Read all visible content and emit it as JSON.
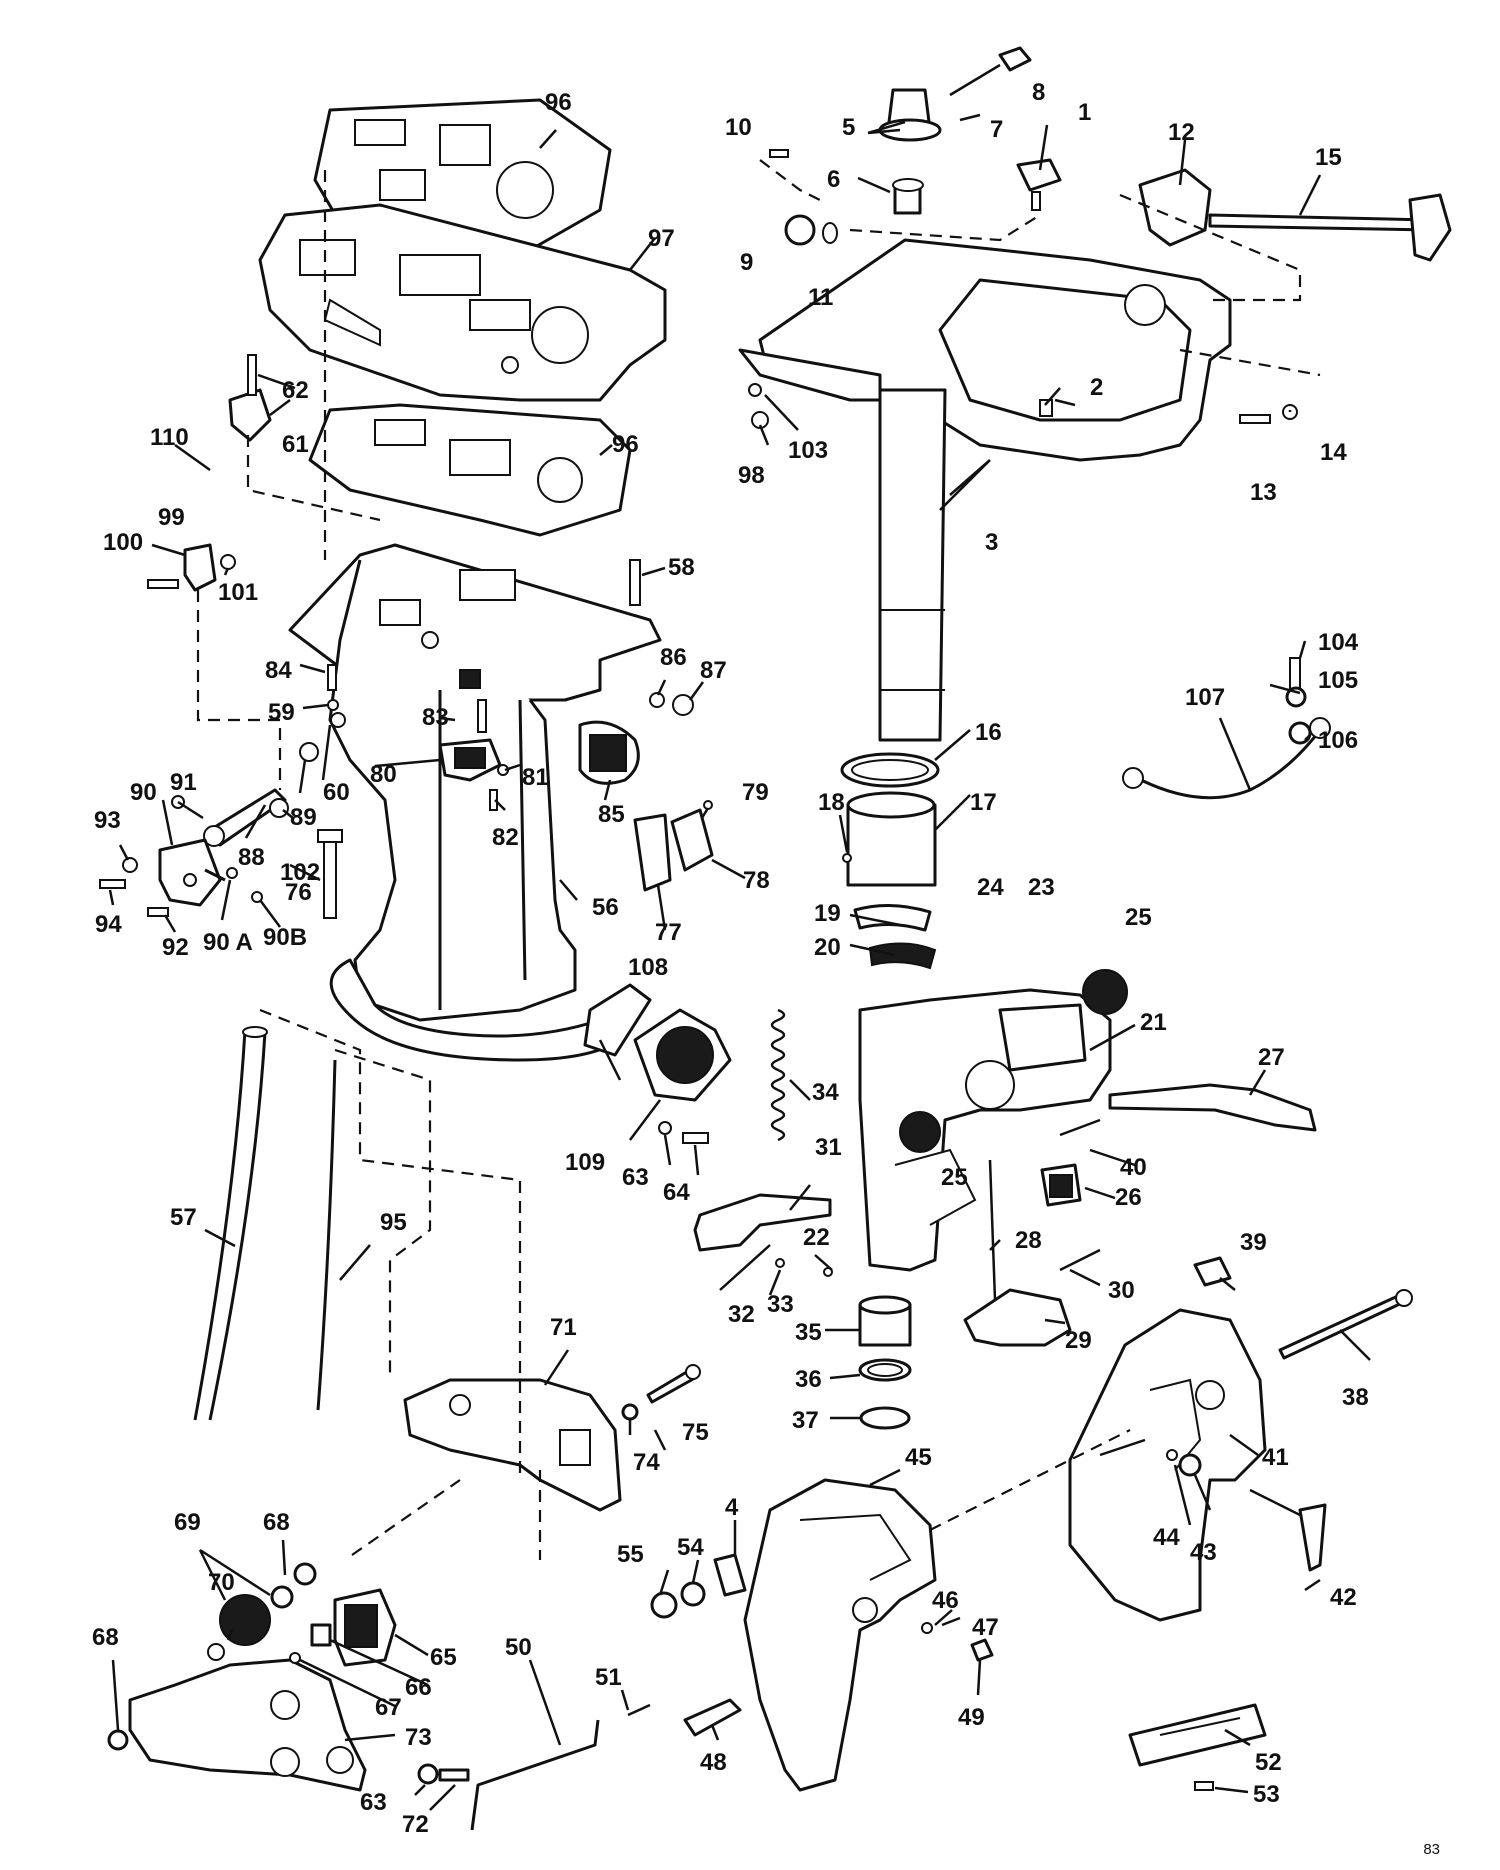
{
  "page_number": "83",
  "callouts": [
    "1",
    "2",
    "3",
    "4",
    "5",
    "6",
    "7",
    "8",
    "9",
    "10",
    "11",
    "12",
    "13",
    "14",
    "15",
    "16",
    "17",
    "18",
    "19",
    "20",
    "21",
    "22",
    "23",
    "24",
    "25",
    "25",
    "26",
    "27",
    "28",
    "29",
    "30",
    "31",
    "32",
    "33",
    "34",
    "35",
    "36",
    "37",
    "38",
    "39",
    "40",
    "41",
    "42",
    "43",
    "44",
    "45",
    "46",
    "47",
    "48",
    "49",
    "50",
    "51",
    "52",
    "53",
    "54",
    "55",
    "56",
    "57",
    "58",
    "59",
    "60",
    "61",
    "62",
    "63",
    "63",
    "64",
    "65",
    "66",
    "67",
    "68",
    "68",
    "69",
    "70",
    "71",
    "72",
    "73",
    "74",
    "75",
    "76",
    "77",
    "78",
    "79",
    "80",
    "81",
    "82",
    "83",
    "84",
    "85",
    "86",
    "87",
    "88",
    "89",
    "90",
    "90 A",
    "90B",
    "91",
    "92",
    "93",
    "94",
    "95",
    "96",
    "96",
    "97",
    "98",
    "99",
    "100",
    "101",
    "102",
    "103",
    "104",
    "105",
    "106",
    "107",
    "108",
    "109",
    "110"
  ]
}
